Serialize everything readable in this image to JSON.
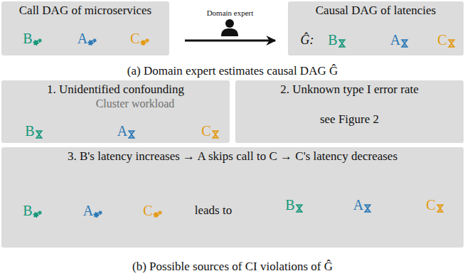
{
  "diagram": {
    "nodes": [
      {
        "text": [
          "Call DAG of microservices"
        ]
      },
      {
        "text": [
          "B"
        ],
        "in": 0
      },
      {
        "text": [
          "A"
        ],
        "in": 0
      },
      {
        "text": [
          "C"
        ],
        "in": 0
      },
      {
        "text": [
          "Causal DAG of latencies"
        ]
      },
      {
        "text": [
          "B"
        ],
        "in": 4
      },
      {
        "text": [
          "A"
        ],
        "in": 4
      },
      {
        "text": [
          "C"
        ],
        "in": 4
      },
      {
        "text": [
          "1. Unidentified confounding"
        ]
      },
      {
        "text": [
          "Cluster workload"
        ],
        "in": 8
      },
      {
        "text": [
          "B"
        ],
        "in": 8
      },
      {
        "text": [
          "A"
        ],
        "in": 8
      },
      {
        "text": [
          "C"
        ],
        "in": 8
      },
      {
        "text": [
          "2. Unknown type I error rate",
          "see Figure 2"
        ]
      },
      {
        "text": [
          "3. B's latency increases → A skips call to C → C's latency decreases"
        ]
      },
      {
        "text": [
          "B"
        ],
        "in": 14
      },
      {
        "text": [
          "A"
        ],
        "in": 14
      },
      {
        "text": [
          "C"
        ],
        "in": 14
      },
      {
        "text": [
          "B"
        ],
        "in": 14
      },
      {
        "text": [
          "A"
        ],
        "in": 14
      },
      {
        "text": [
          "C"
        ],
        "in": 14
      }
    ],
    "edges": [
      {
        "from": 0,
        "to": 4,
        "label": "Domain expert",
        "arrow": "to"
      },
      {
        "from": 2,
        "to": 1,
        "arrow": "to"
      },
      {
        "from": 2,
        "to": 3,
        "arrow": "to"
      },
      {
        "from": 5,
        "to": 6,
        "arrow": "to"
      },
      {
        "from": 7,
        "to": 6,
        "arrow": "to"
      },
      {
        "from": 9,
        "to": 10,
        "arrow": "to"
      },
      {
        "from": 9,
        "to": 11,
        "arrow": "to"
      },
      {
        "from": 9,
        "to": 12,
        "arrow": "to"
      },
      {
        "from": 10,
        "to": 11,
        "arrow": "to"
      },
      {
        "from": 12,
        "to": 11,
        "arrow": "to"
      },
      {
        "from": 16,
        "to": 15,
        "arrow": "to"
      },
      {
        "from": 16,
        "to": 17,
        "arrow": "to"
      },
      {
        "from": 18,
        "to": 19,
        "arrow": "to"
      },
      {
        "from": 20,
        "to": 19,
        "arrow": "to"
      },
      {
        "from": 18,
        "to": 20,
        "arrow": "to"
      }
    ],
    "labels": [
      "Ĝ:",
      "(a) Domain expert estimates causal DAG Ĝ",
      "leads to",
      "(b) Possible sources of CI violations of Ĝ"
    ]
  }
}
